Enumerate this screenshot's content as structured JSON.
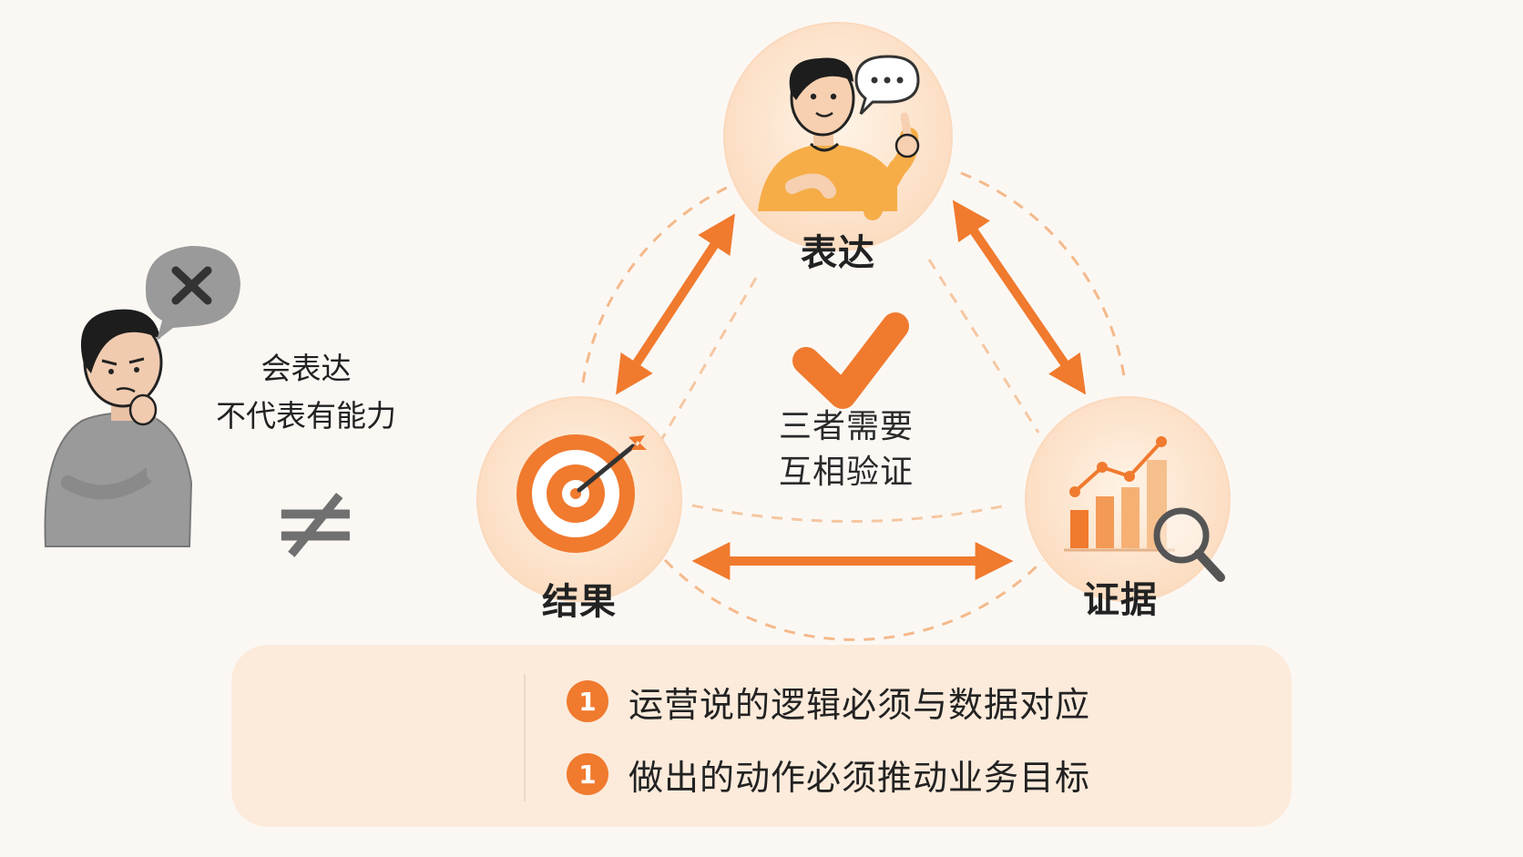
{
  "nodes": {
    "expression": "表达",
    "result": "结果",
    "evidence": "证据"
  },
  "left": {
    "line1": "会表达",
    "line2": "不代表有能力",
    "neq_symbol": "≠"
  },
  "center": {
    "line1": "三者需要",
    "line2": "互相验证"
  },
  "speech_bubble": "…",
  "points": [
    {
      "badge": "1",
      "text": "运营说的逻辑必须与数据对应"
    },
    {
      "badge": "1",
      "text": "做出的动作必须推动业务目标"
    }
  ],
  "colors": {
    "accent": "#f07a2e",
    "circle_fill": "#fde3cc",
    "panel": "#fcebdb"
  }
}
